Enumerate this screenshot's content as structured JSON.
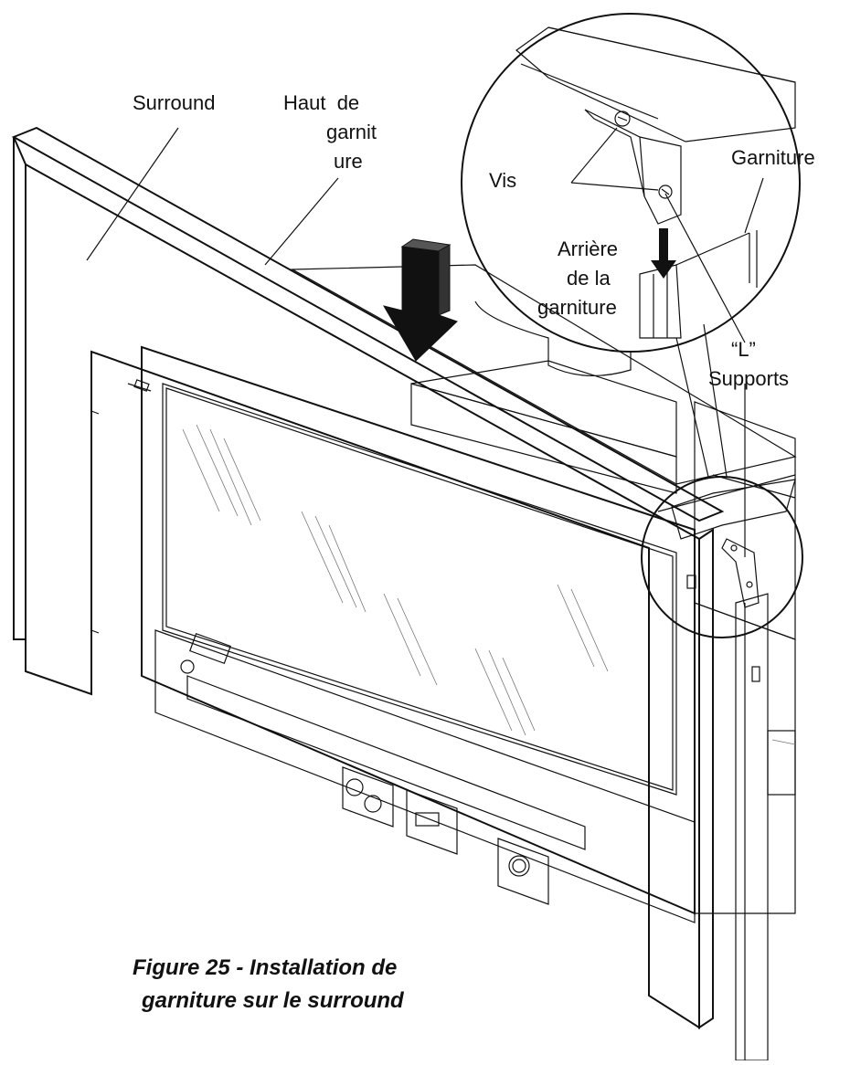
{
  "labels": {
    "surround": "Surround",
    "haut_1": "Haut  de",
    "haut_2": "garnit",
    "haut_3": "ure",
    "vis": "Vis",
    "garniture": "Garniture",
    "arriere_1": "Arrière",
    "arriere_2": "de la",
    "arriere_3": "garniture",
    "l_supports_1": "“L”",
    "l_supports_2": "Supports"
  },
  "caption": {
    "line1": "Figure 25 - Installation de",
    "line2": "garniture sur le surround"
  },
  "colors": {
    "surround_fill": "#a9a9a9",
    "line": "#111111",
    "background": "#ffffff"
  }
}
